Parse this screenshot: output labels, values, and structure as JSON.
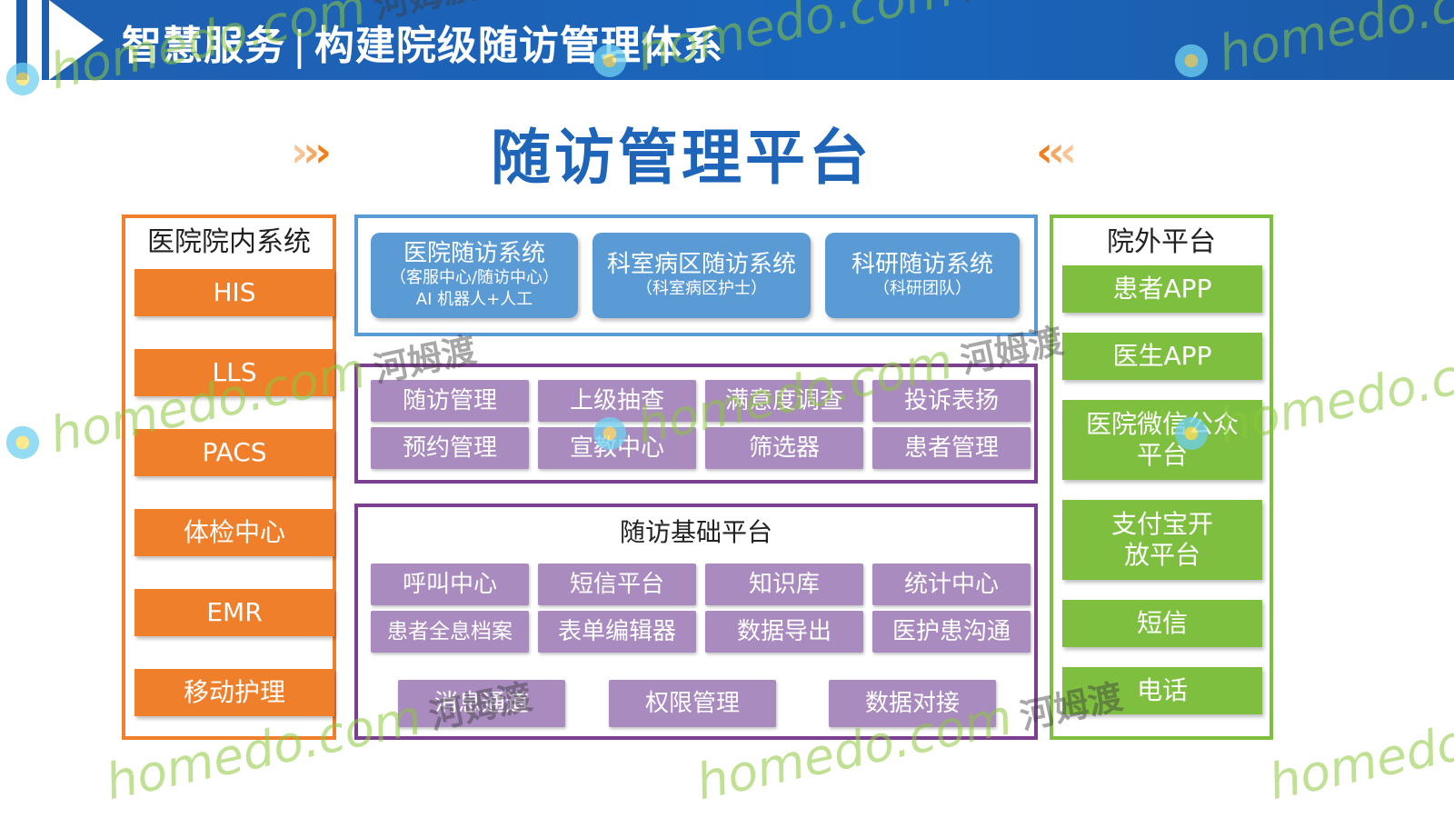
{
  "header": {
    "title_left": "智慧服务",
    "separator": "|",
    "title_right": "构建院级随访管理体系"
  },
  "platform": {
    "title": "随访管理平台",
    "chevron_left": "›››",
    "chevron_right": "‹‹‹"
  },
  "internal": {
    "title": "医院院内系统",
    "items": [
      "HIS",
      "LLS",
      "PACS",
      "体检中心",
      "EMR",
      "移动护理"
    ]
  },
  "external": {
    "title": "院外平台",
    "items": [
      "患者APP",
      "医生APP",
      "医院微信公众平台",
      "支付宝开放平台",
      "短信",
      "电话"
    ]
  },
  "systems": [
    {
      "title": "医院随访系统",
      "sub1": "（客服中心/随访中心）",
      "sub2": "AI 机器人+人工"
    },
    {
      "title": "科室病区随访系统",
      "sub1": "（科室病区护士）",
      "sub2": ""
    },
    {
      "title": "科研随访系统",
      "sub1": "（科研团队）",
      "sub2": ""
    }
  ],
  "modules": {
    "row1": [
      "随访管理",
      "上级抽查",
      "满意度调查",
      "投诉表扬"
    ],
    "row2": [
      "预约管理",
      "宣教中心",
      "筛选器",
      "患者管理"
    ]
  },
  "base": {
    "title": "随访基础平台",
    "row1": [
      "呼叫中心",
      "短信平台",
      "知识库",
      "统计中心"
    ],
    "row2": [
      "患者全息档案",
      "表单编辑器",
      "数据导出",
      "医护患沟通"
    ],
    "row3": [
      "消息通道",
      "权限管理",
      "数据对接"
    ]
  },
  "watermark": {
    "brand": "homedo.com",
    "cn": "河姆渡"
  },
  "colors": {
    "header_blue": "#1a66bd",
    "orange": "#ef7f2b",
    "green": "#7fbf3f",
    "blue": "#5b9bd5",
    "purple_frame": "#7a3f8f",
    "purple_btn": "#a98bbf"
  }
}
